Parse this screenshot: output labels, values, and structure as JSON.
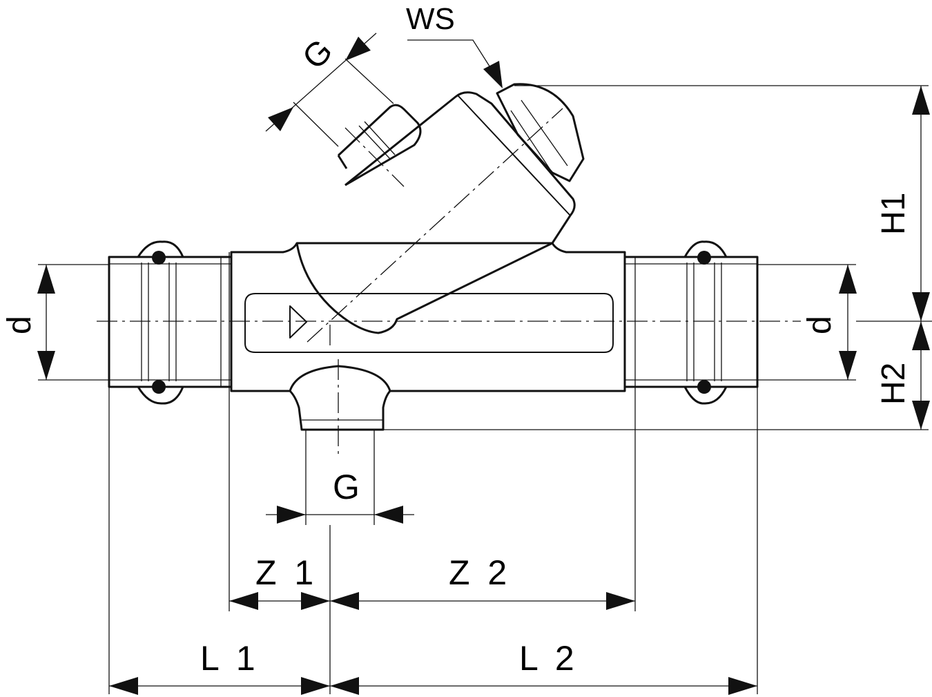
{
  "labels": {
    "ws": "WS",
    "g_top": "G",
    "g_bottom": "G",
    "h1": "H1",
    "h2": "H2",
    "d_left": "d",
    "d_right": "d",
    "z1": "Z 1",
    "z2": "Z 2",
    "l1": "L 1",
    "l2": "L 2"
  }
}
